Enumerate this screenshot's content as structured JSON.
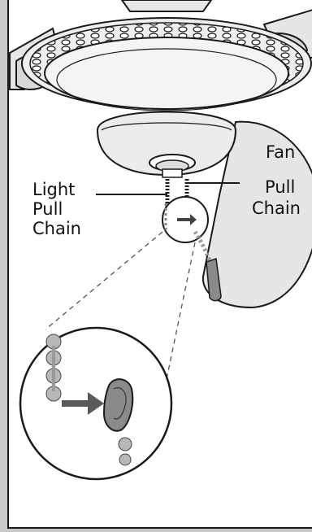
{
  "labels": {
    "light_pull_chain": [
      "Light",
      "Pull",
      "Chain"
    ],
    "fan_pull_chain": [
      "Fan",
      "Pull",
      "Chain"
    ]
  },
  "colors": {
    "frame_gray": "#c9c9c9",
    "panel": "#ffffff",
    "line": "#1a1a1a",
    "blade_fill": "#e6e6e6",
    "bowl_fill": "#ececec",
    "fob_fill": "#8a8a8a",
    "bead_fill": "#b8b8b8"
  },
  "icons": [
    "ceiling-fan-illustration",
    "pull-chain-icon",
    "arrow-right-icon",
    "magnifier-circle"
  ]
}
